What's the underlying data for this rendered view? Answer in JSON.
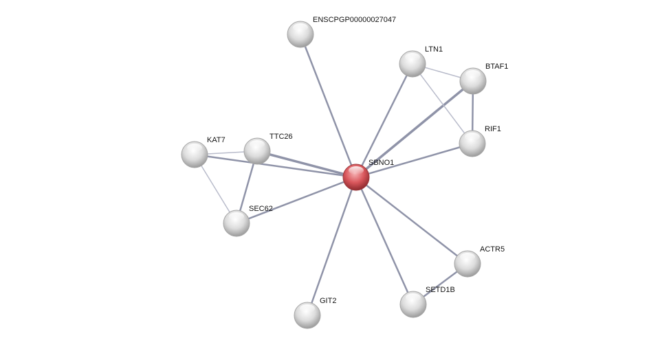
{
  "network": {
    "query_node": "SBNO1",
    "nodes": [
      {
        "id": "SBNO1",
        "label": "SBNO1",
        "query": true
      },
      {
        "id": "ENSCPGP00000027047",
        "label": "ENSCPGP00000027047"
      },
      {
        "id": "LTN1",
        "label": "LTN1"
      },
      {
        "id": "BTAF1",
        "label": "BTAF1"
      },
      {
        "id": "RIF1",
        "label": "RIF1"
      },
      {
        "id": "KAT7",
        "label": "KAT7"
      },
      {
        "id": "TTC26",
        "label": "TTC26"
      },
      {
        "id": "SEC62",
        "label": "SEC62"
      },
      {
        "id": "ACTR5",
        "label": "ACTR5"
      },
      {
        "id": "SETD1B",
        "label": "SETD1B"
      },
      {
        "id": "GIT2",
        "label": "GIT2"
      }
    ],
    "edges": [
      {
        "source": "SBNO1",
        "target": "ENSCPGP00000027047",
        "strength": "medium"
      },
      {
        "source": "SBNO1",
        "target": "LTN1",
        "strength": "medium"
      },
      {
        "source": "SBNO1",
        "target": "BTAF1",
        "strength": "strong"
      },
      {
        "source": "SBNO1",
        "target": "RIF1",
        "strength": "medium"
      },
      {
        "source": "SBNO1",
        "target": "KAT7",
        "strength": "medium"
      },
      {
        "source": "SBNO1",
        "target": "TTC26",
        "strength": "strong"
      },
      {
        "source": "SBNO1",
        "target": "SEC62",
        "strength": "medium"
      },
      {
        "source": "SBNO1",
        "target": "GIT2",
        "strength": "medium"
      },
      {
        "source": "SBNO1",
        "target": "SETD1B",
        "strength": "medium"
      },
      {
        "source": "SBNO1",
        "target": "ACTR5",
        "strength": "medium"
      },
      {
        "source": "LTN1",
        "target": "BTAF1",
        "strength": "weak"
      },
      {
        "source": "LTN1",
        "target": "RIF1",
        "strength": "weak"
      },
      {
        "source": "BTAF1",
        "target": "RIF1",
        "strength": "medium"
      },
      {
        "source": "KAT7",
        "target": "TTC26",
        "strength": "weak"
      },
      {
        "source": "KAT7",
        "target": "SEC62",
        "strength": "weak"
      },
      {
        "source": "TTC26",
        "target": "SEC62",
        "strength": "medium"
      },
      {
        "source": "ACTR5",
        "target": "SETD1B",
        "strength": "medium"
      }
    ],
    "colors": {
      "query_node": "#d9575c",
      "node": "#d8d8d8",
      "edge": "#8f93a8",
      "edge_weak": "#b9bccb"
    }
  }
}
